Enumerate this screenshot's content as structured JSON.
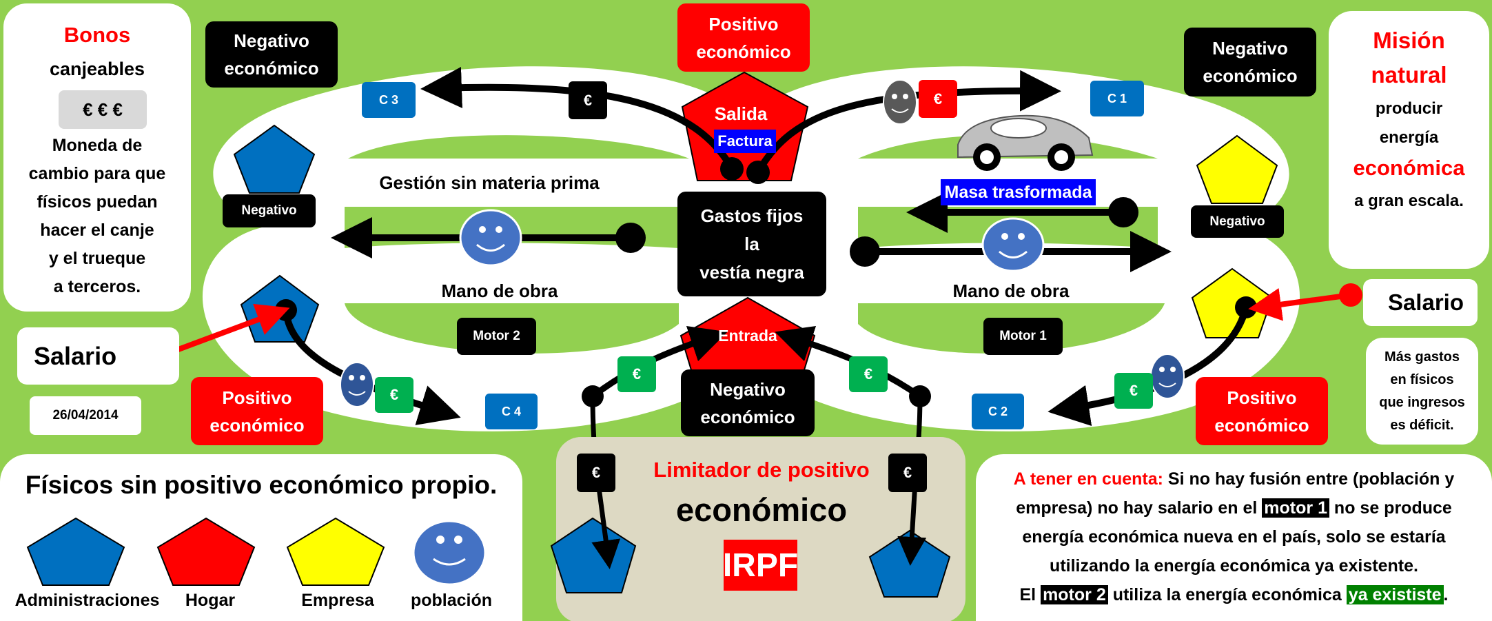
{
  "bonos": {
    "title": "Bonos",
    "subtitle": "canjeables",
    "coins": "€ € €",
    "lines": [
      "Moneda  de",
      "cambio para que",
      "físicos puedan",
      "hacer el canje",
      "y el trueque",
      "a terceros."
    ]
  },
  "mision": {
    "title1": "Misión",
    "title2": "natural",
    "line1": "producir",
    "line2": "energía",
    "line3": "económica",
    "line4": "a gran escala."
  },
  "labels": {
    "negativo_economico_1": "Negativo",
    "negativo_economico_2": "económico",
    "positivo_1": "Positivo",
    "positivo_2": "económico",
    "negativo": "Negativo",
    "salida": "Salida",
    "factura": "Factura",
    "entrada": "Entrada",
    "gastos_1": "Gastos fijos",
    "gastos_2": "la",
    "gastos_3": "vestía negra",
    "gestion": "Gestión sin materia prima",
    "mano_obra": "Mano de obra",
    "masa": "Masa trasformada",
    "motor2": "Motor 2",
    "motor1": "Motor 1",
    "salario": "Salario",
    "fecha": "26/04/2014",
    "euro": "€",
    "c1": "C 1",
    "c2": "C 2",
    "c3": "C 3",
    "c4": "C 4",
    "mas_gastos": [
      "Más gastos",
      "en físicos",
      "que ingresos",
      "es déficit."
    ]
  },
  "legend": {
    "title": "Físicos sin positivo económico propio.",
    "items": [
      "Administraciones",
      "Hogar",
      "Empresa",
      "población"
    ]
  },
  "limitador": {
    "title": "Limitador  de positivo",
    "subtitle": "económico",
    "badge": "IRPF"
  },
  "nota": {
    "lead": "A tener en cuenta:",
    "text1": " Si no hay fusión entre (población y",
    "text2a": "empresa) no hay salario en el ",
    "motor1": "motor 1",
    "text2b": " no se produce",
    "text3": "energía económica nueva en el país, solo se estaría",
    "text4": "utilizando la energía económica ya existente.",
    "text5a": "El ",
    "motor2": "motor 2",
    "text5b": " utiliza la energía económica ",
    "exististe": "ya exististe",
    "text5c": "."
  },
  "colors": {
    "background": "#92d050",
    "administraciones": "#0070c0",
    "hogar": "#ff0000",
    "empresa": "#ffff00",
    "accent_red": "#ff0000",
    "euro_green": "#00b050"
  }
}
